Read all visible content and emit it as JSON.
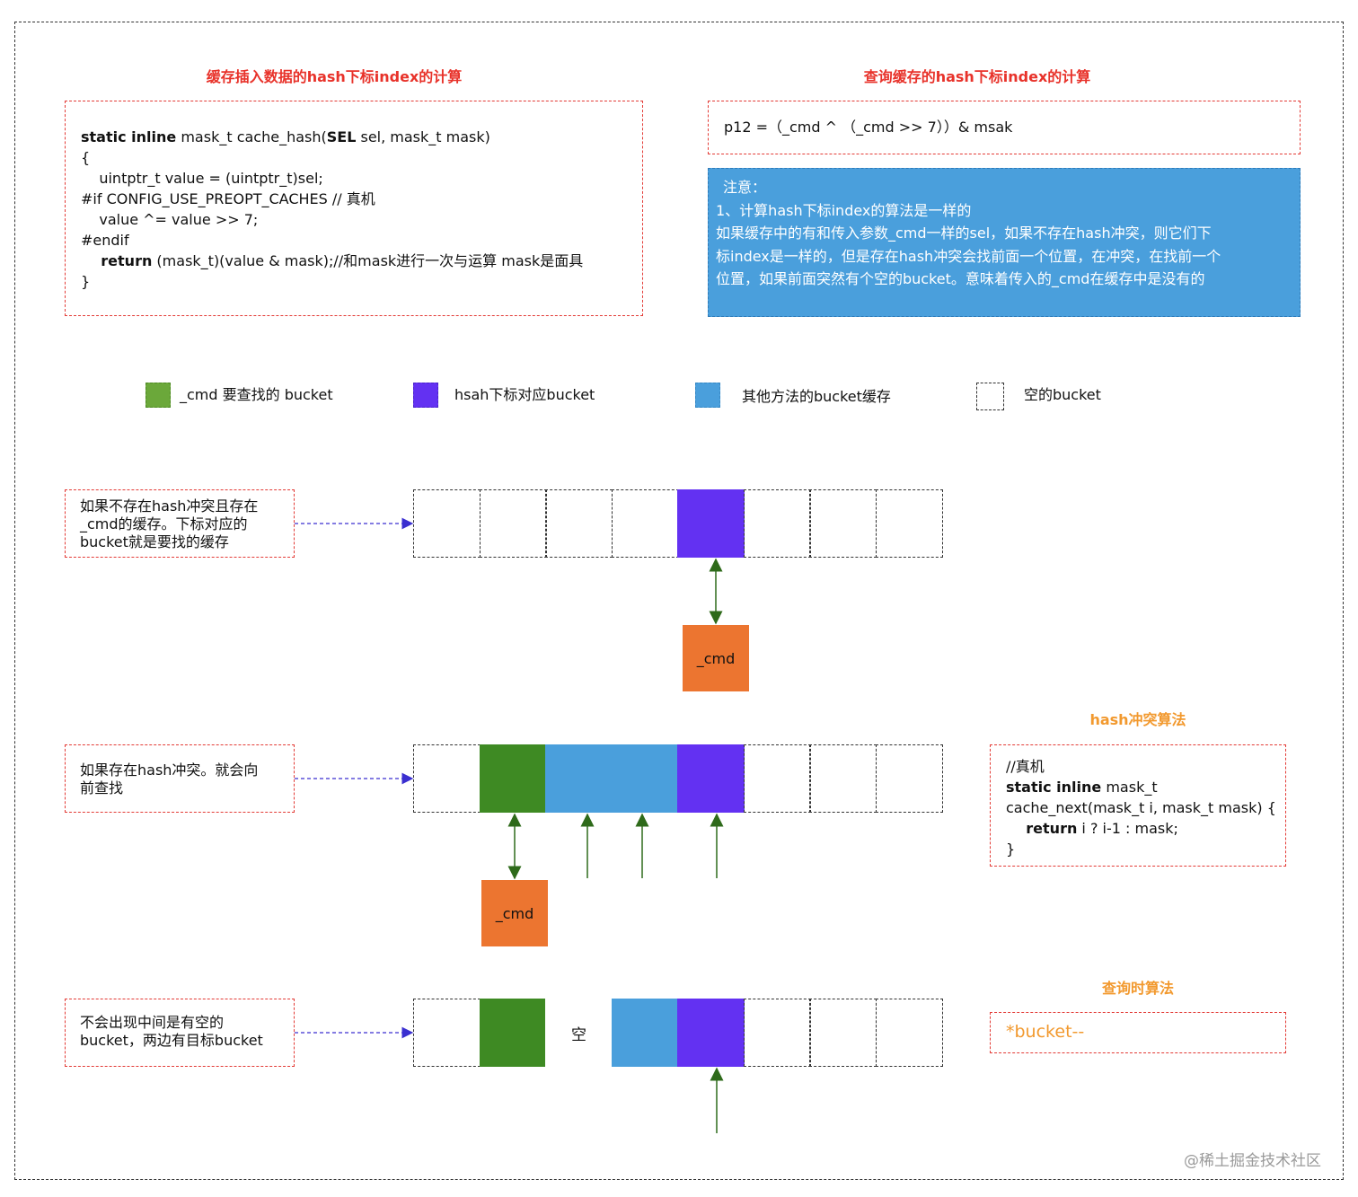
{
  "titles": {
    "insert": "缓存插入数据的hash下标index的计算",
    "query": "查询缓存的hash下标index的计算",
    "collision": "hash冲突算法",
    "query_algo": "查询时算法"
  },
  "cache_hash_code": {
    "line1_kw1": "static inline",
    "line1_a": " mask_t cache_hash(",
    "line1_kw2": "SEL",
    "line1_b": " sel, mask_t mask)",
    "line2": "{",
    "line3": "    uintptr_t value = (uintptr_t)sel;",
    "line4": "#if CONFIG_USE_PREOPT_CACHES // 真机",
    "line5": "    value ^= value >> 7;",
    "line6": "#endif",
    "line7_kw": "    return",
    "line7_rest": " (mask_t)(value & mask);//和mask进行一次与运算 mask是面具",
    "line8": "}"
  },
  "query_formula": "p12 =（_cmd ^ （_cmd >> 7））& msak",
  "note": {
    "line1": "注意：",
    "line2": "1、计算hash下标index的算法是一样的",
    "line3": " 如果缓存中的有和传入参数_cmd一样的sel，如果不存在hash冲突，则它们下",
    "line4": "标index是一样的，但是存在hash冲突会找前面一个位置，在冲突，在找前一个",
    "line5": "位置，如果前面突然有个空的bucket。意味着传入的_cmd在缓存中是没有的"
  },
  "legend": [
    {
      "label": "_cmd 要查找的 bucket",
      "color": "#6ba83a"
    },
    {
      "label": "hsah下标对应bucket",
      "color": "#6331f2"
    },
    {
      "label": "其他方法的bucket缓存",
      "color": "#4a9fdc"
    },
    {
      "label": "空的bucket",
      "color": "#ffffff"
    }
  ],
  "rows": [
    {
      "desc1": "如果不存在hash冲突且存在",
      "desc2": "_cmd的缓存。下标对应的",
      "desc3": "bucket就是要找的缓存"
    },
    {
      "desc1": "如果存在hash冲突。就会向",
      "desc2": "前查找",
      "desc3": ""
    },
    {
      "desc1": "不会出现中间是有空的",
      "desc2": "bucket，两边有目标bucket",
      "desc3": ""
    }
  ],
  "cmd_label": "_cmd",
  "empty_label": "空",
  "cache_next_code": {
    "line1": "//真机",
    "line2_kw": "static inline",
    "line2_rest": " mask_t",
    "line3": "cache_next(mask_t i, mask_t mask) {",
    "line4_kw": "    return",
    "line4_rest": " i ? i-1 : mask;",
    "line5": "}"
  },
  "bucket_decrement": "*bucket--",
  "watermark": "@稀土掘金技术社区",
  "colors": {
    "title_red": "#e8322a",
    "title_orange": "#f2992e",
    "green": "#3e8a23",
    "purple": "#6331f2",
    "blue": "#4a9fdc",
    "orange": "#ec7530",
    "dashed_red": "#e33b36"
  }
}
